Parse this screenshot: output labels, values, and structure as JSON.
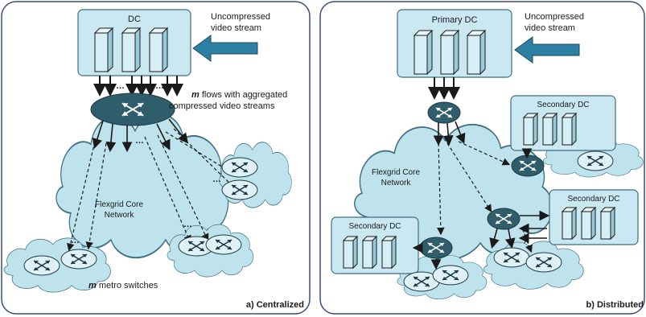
{
  "centralized": {
    "dc_label": "DC",
    "input_line1": "Uncompressed",
    "input_line2": "video stream",
    "flows_var": "m",
    "flows_line1": " flows with aggregated",
    "flows_line2": "compressed video streams",
    "ellipsis": "…",
    "core_line1": "Flexgrid Core",
    "core_line2": "Network",
    "metro_var": "m",
    "metro_text": " metro switches",
    "caption": "a) Centralized"
  },
  "distributed": {
    "primary_dc_label": "Primary DC",
    "input_line1": "Uncompressed",
    "input_line2": "video stream",
    "secondary_dc_label": "Secondary DC",
    "core_line1": "Flexgrid Core",
    "core_line2": "Network",
    "caption": "b) Distributed"
  },
  "colors": {
    "panel_border": "#3b4d78",
    "cloud_fill": "#bfe3ec",
    "dc_fill": "#c9e8f1",
    "switch_fill": "#2f5d6b",
    "arrow_fill": "#2e7fa4"
  }
}
